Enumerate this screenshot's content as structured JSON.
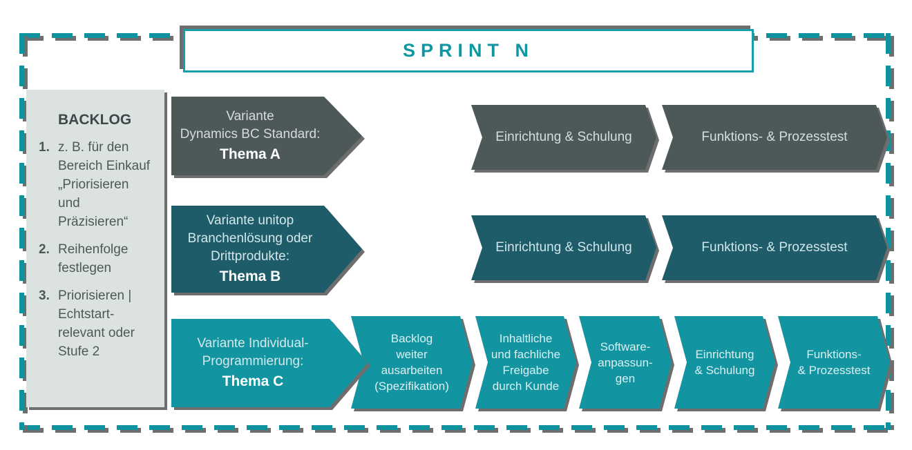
{
  "title": {
    "text": "SPRINT N"
  },
  "backlog": {
    "title": "BACKLOG",
    "items": [
      {
        "num": "1.",
        "text": "z. B. für den\nBereich Einkauf\n„Priorisieren\nund\nPräzisieren“"
      },
      {
        "num": "2.",
        "text": "Reihenfolge\nfestlegen"
      },
      {
        "num": "3.",
        "text": "Priorisieren |\nEchtstart-\nrelevant oder\nStufe 2"
      }
    ]
  },
  "rows": [
    {
      "label": "Variante\nDynamics BC Standard:",
      "thema": "Thema A",
      "steps": [
        "Einrichtung & Schulung",
        "Funktions- & Prozesstest"
      ]
    },
    {
      "label": "Variante unitop\nBranchenlösung oder\nDrittprodukte:",
      "thema": "Thema B",
      "steps": [
        "Einrichtung & Schulung",
        "Funktions- & Prozesstest"
      ]
    },
    {
      "label": "Variante Individual-\nProgrammierung:",
      "thema": "Thema C",
      "steps": [
        "Backlog\nweiter\nausarbeiten\n(Spezifikation)",
        "Inhaltliche\nund fachliche\nFreigabe\ndurch Kunde",
        "Software-\nanpassun-\ngen",
        "Einrichtung\n& Schulung",
        "Funktions-\n& Prozesstest"
      ]
    }
  ],
  "colors": {
    "accent_teal": "#0e939e",
    "title_teal": "#0e96a2",
    "row_a_fill": "#4d5959",
    "row_b_fill": "#1e5c6a",
    "row_c_fill": "#1295a1",
    "backlog_bg": "#dce2e0",
    "backlog_text": "#4d5859",
    "shadow_gray": "#6e6e6e"
  }
}
